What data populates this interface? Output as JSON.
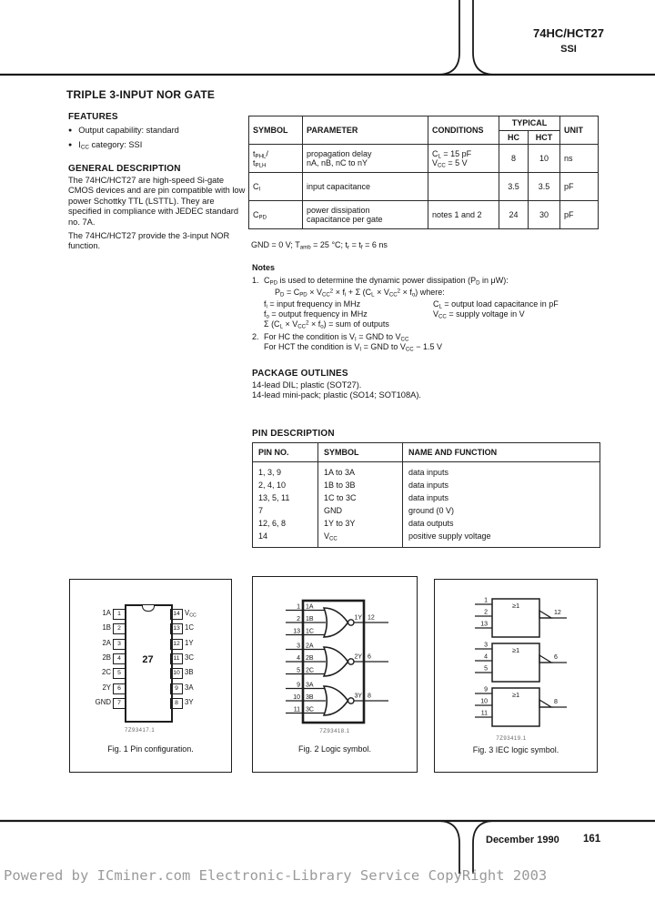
{
  "header": {
    "part_number": "74HC/HCT27",
    "category": "SSI"
  },
  "title": "TRIPLE 3-INPUT NOR GATE",
  "features": {
    "heading": "FEATURES",
    "items": [
      "Output capability: standard",
      "I~CC~ category: SSI"
    ]
  },
  "general_description": {
    "heading": "GENERAL DESCRIPTION",
    "paragraphs": [
      "The 74HC/HCT27 are high-speed Si-gate CMOS devices and are pin compatible with low power Schottky TTL (LSTTL). They are specified in compliance with JEDEC standard no. 7A.",
      "The 74HC/HCT27 provide the 3-input NOR function."
    ]
  },
  "characteristics": {
    "headers": {
      "symbol": "SYMBOL",
      "parameter": "PARAMETER",
      "conditions": "CONDITIONS",
      "typical": "TYPICAL",
      "hc": "HC",
      "hct": "HCT",
      "unit": "UNIT"
    },
    "rows": [
      {
        "symbol": "t~PHL~/\nt~PLH~",
        "parameter": "propagation delay\n nA, nB, nC to nY",
        "conditions": "C~L~ = 15 pF\nV~CC~ = 5 V",
        "hc": "8",
        "hct": "10",
        "unit": "ns"
      },
      {
        "symbol": "C~I~",
        "parameter": "input capacitance",
        "conditions": "",
        "hc": "3.5",
        "hct": "3.5",
        "unit": "pF"
      },
      {
        "symbol": "C~PD~",
        "parameter": "power dissipation\n capacitance per gate",
        "conditions": "notes 1 and 2",
        "hc": "24",
        "hct": "30",
        "unit": "pF"
      }
    ],
    "footnote": "GND = 0 V; T~amb~ = 25 °C; t~r~ = t~f~ = 6 ns"
  },
  "notes": {
    "heading": "Notes",
    "note1": {
      "num": "1.",
      "text": "C~PD~ is used to determine the dynamic power dissipation (P~D~ in μW):",
      "formula": "P~D~ = C~PD~ × V~CC~^2^ × f~i~ + Σ (C~L~ × V~CC~^2^ × f~o~) where:",
      "definitions_left": [
        "f~i~  =  input frequency in MHz",
        "f~o~  =  output frequency in MHz",
        "Σ (C~L~ × V~CC~^2^ × f~o~) = sum of outputs"
      ],
      "definitions_right": [
        "C~L~  =  output load capacitance in pF",
        "V~CC~  =  supply voltage in V"
      ]
    },
    "note2": {
      "num": "2.",
      "lines": [
        "For HC  the condition is V~I~ = GND to V~CC~",
        "For HCT the condition is V~I~ = GND to V~CC~ − 1.5 V"
      ]
    }
  },
  "package_outlines": {
    "heading": "PACKAGE OUTLINES",
    "lines": [
      "14-lead DIL; plastic (SOT27).",
      "14-lead mini-pack; plastic (SO14; SOT108A)."
    ]
  },
  "pin_description": {
    "heading": "PIN DESCRIPTION",
    "columns": [
      "PIN NO.",
      "SYMBOL",
      "NAME AND FUNCTION"
    ],
    "rows": [
      [
        "1, 3, 9",
        "1A to 3A",
        "data inputs"
      ],
      [
        "2, 4, 10",
        "1B to 3B",
        "data inputs"
      ],
      [
        "13, 5, 11",
        "1C to 3C",
        "data inputs"
      ],
      [
        "7",
        "GND",
        "ground (0 V)"
      ],
      [
        "12, 6, 8",
        "1Y to 3Y",
        "data outputs"
      ],
      [
        "14",
        "V~CC~",
        "positive supply voltage"
      ]
    ]
  },
  "figures": {
    "fig1": {
      "chip_label": "27",
      "rows": [
        {
          "left_label": "1A",
          "left_pin": "1",
          "right_pin": "14",
          "right_label": "V~CC~"
        },
        {
          "left_label": "1B",
          "left_pin": "2",
          "right_pin": "13",
          "right_label": "1C"
        },
        {
          "left_label": "2A",
          "left_pin": "3",
          "right_pin": "12",
          "right_label": "1Y"
        },
        {
          "left_label": "2B",
          "left_pin": "4",
          "right_pin": "11",
          "right_label": "3C"
        },
        {
          "left_label": "2C",
          "left_pin": "5",
          "right_pin": "10",
          "right_label": "3B"
        },
        {
          "left_label": "2Y",
          "left_pin": "6",
          "right_pin": "9",
          "right_label": "3A"
        },
        {
          "left_label": "GND",
          "left_pin": "7",
          "right_pin": "8",
          "right_label": "3Y"
        }
      ],
      "code": "7Z93417.1",
      "caption": "Fig. 1  Pin configuration."
    },
    "fig2": {
      "gates": [
        {
          "inputs": [
            {
              "pin": "1",
              "label": "1A"
            },
            {
              "pin": "2",
              "label": "1B"
            },
            {
              "pin": "13",
              "label": "1C"
            }
          ],
          "output": {
            "label": "1Y",
            "pin": "12"
          }
        },
        {
          "inputs": [
            {
              "pin": "3",
              "label": "2A"
            },
            {
              "pin": "4",
              "label": "2B"
            },
            {
              "pin": "5",
              "label": "2C"
            }
          ],
          "output": {
            "label": "2Y",
            "pin": "6"
          }
        },
        {
          "inputs": [
            {
              "pin": "9",
              "label": "3A"
            },
            {
              "pin": "10",
              "label": "3B"
            },
            {
              "pin": "11",
              "label": "3C"
            }
          ],
          "output": {
            "label": "3Y",
            "pin": "8"
          }
        }
      ],
      "code": "7Z93418.1",
      "caption": "Fig. 2  Logic symbol."
    },
    "fig3": {
      "gates": [
        {
          "function_label": "≥1",
          "inputs": [
            "1",
            "2",
            "13"
          ],
          "output": "12"
        },
        {
          "function_label": "≥1",
          "inputs": [
            "3",
            "4",
            "5"
          ],
          "output": "6"
        },
        {
          "function_label": "≥1",
          "inputs": [
            "9",
            "10",
            "11"
          ],
          "output": "8"
        }
      ],
      "code": "7Z93419.1",
      "caption": "Fig. 3  IEC logic symbol."
    }
  },
  "footer": {
    "date": "December 1990",
    "page": "161"
  },
  "watermark": "Powered by ICminer.com Electronic-Library Service CopyRight 2003"
}
